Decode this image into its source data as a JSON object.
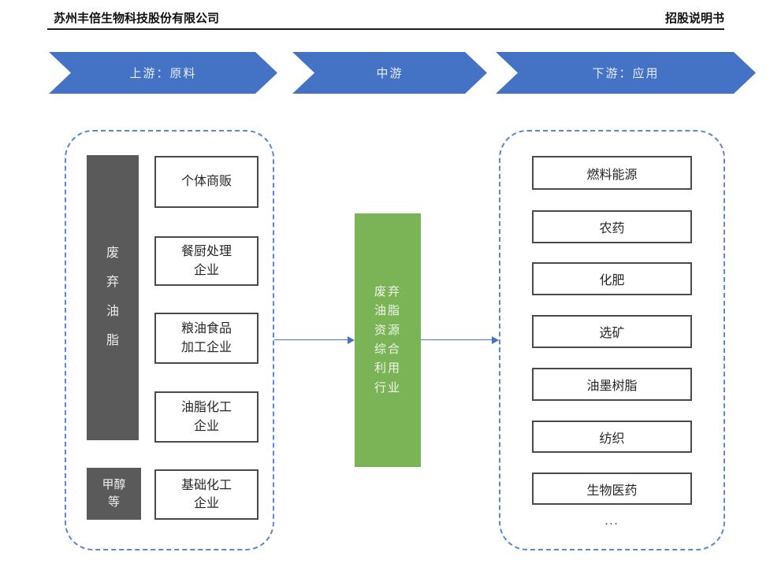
{
  "header": {
    "company": "苏州丰倍生物科技股份有限公司",
    "doc_type": "招股说明书"
  },
  "banners": [
    {
      "label": "上游：原料"
    },
    {
      "label": "中游"
    },
    {
      "label": "下游：应用"
    }
  ],
  "upstream": {
    "waste_oil_label": "废弃油脂",
    "methanol_label": "甲醇等",
    "suppliers": [
      "个体商贩",
      "餐厨处理企业",
      "粮油食品加工企业",
      "油脂化工企业",
      "基础化工企业"
    ]
  },
  "midstream": {
    "industry_label": "废弃油脂资源综合利用行业"
  },
  "downstream": {
    "applications": [
      "燃料能源",
      "农药",
      "化肥",
      "选矿",
      "油墨树脂",
      "纺织",
      "生物医药"
    ],
    "more_indicator": "..."
  },
  "colors": {
    "banner-blue": "#4472C4",
    "connector-blue": "#4472C4",
    "dash-blue": "#5B86D5",
    "box-green": "#7AB456",
    "box-gray": "#5A5A5A"
  }
}
